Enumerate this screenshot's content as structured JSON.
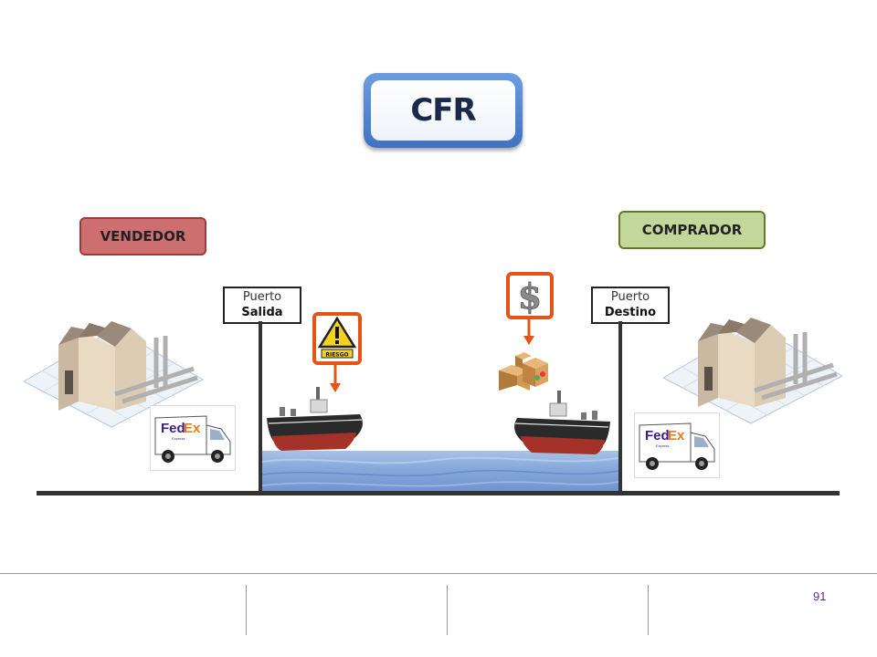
{
  "title": "CFR",
  "seller": {
    "label": "VENDEDOR"
  },
  "buyer": {
    "label": "COMPRADOR"
  },
  "ports": {
    "departure": {
      "line1": "Puerto",
      "line2": "Salida"
    },
    "destination": {
      "line1": "Puerto",
      "line2": "Destino"
    }
  },
  "risk_sign": {
    "label": "RIESGO",
    "icon": "warning-icon"
  },
  "cost_sign": {
    "icon": "dollar-icon"
  },
  "vehicles": {
    "brand_a": "Fed",
    "brand_b": "Ex",
    "sub": "Express"
  },
  "colors": {
    "seller": "#cd6f71",
    "buyer": "#c4d79a",
    "title_frame": "#4a7ccc",
    "marker": "#e45417",
    "water": "#88a9db"
  },
  "footer": {
    "page_number": "91"
  }
}
